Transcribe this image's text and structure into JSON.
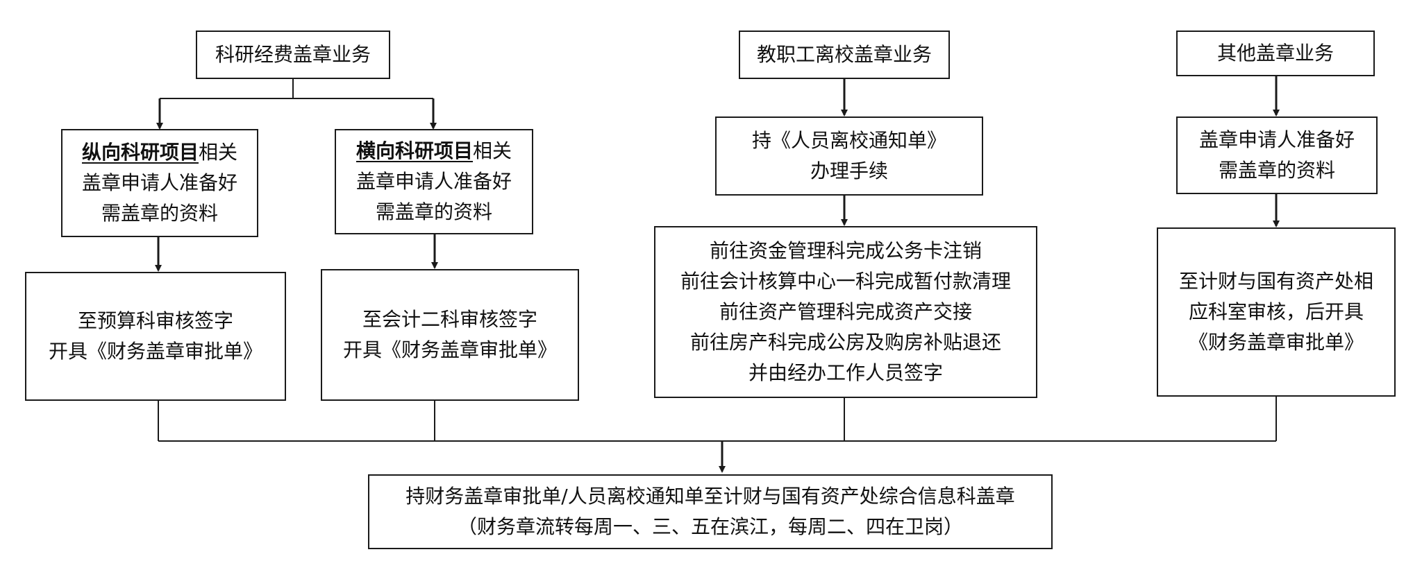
{
  "categories": {
    "research": "科研经费盖章业务",
    "departure": "教职工离校盖章业务",
    "other": "其他盖章业务"
  },
  "research_vertical": {
    "emphasis": "纵向科研项目",
    "suffix": "相关",
    "line2": "盖章申请人准备好",
    "line3": "需盖章的资料"
  },
  "research_horizontal": {
    "emphasis": "横向科研项目",
    "suffix": "相关",
    "line2": "盖章申请人准备好",
    "line3": "需盖章的资料"
  },
  "vertical_review": {
    "line1": "至预算科审核签字",
    "line2": "开具《财务盖章审批单》"
  },
  "horizontal_review": {
    "line1": "至会计二科审核签字",
    "line2": "开具《财务盖章审批单》"
  },
  "departure_notice": {
    "line1": "持《人员离校通知单》",
    "line2": "办理手续"
  },
  "departure_steps": [
    "前往资金管理科完成公务卡注销",
    "前往会计核算中心一科完成暂付款清理",
    "前往资产管理科完成资产交接",
    "前往房产科完成公房及购房补贴退还",
    "并由经办工作人员签字"
  ],
  "other_prepare": {
    "line1": "盖章申请人准备好",
    "line2": "需盖章的资料"
  },
  "other_review": {
    "line1": "至计财与国有资产处相",
    "line2": "应科室审核，后开具",
    "line3": "《财务盖章审批单》"
  },
  "final": {
    "line1": "持财务盖章审批单/人员离校通知单至计财与国有资产处综合信息科盖章",
    "line2": "（财务章流转每周一、三、五在滨江，每周二、四在卫岗）"
  }
}
